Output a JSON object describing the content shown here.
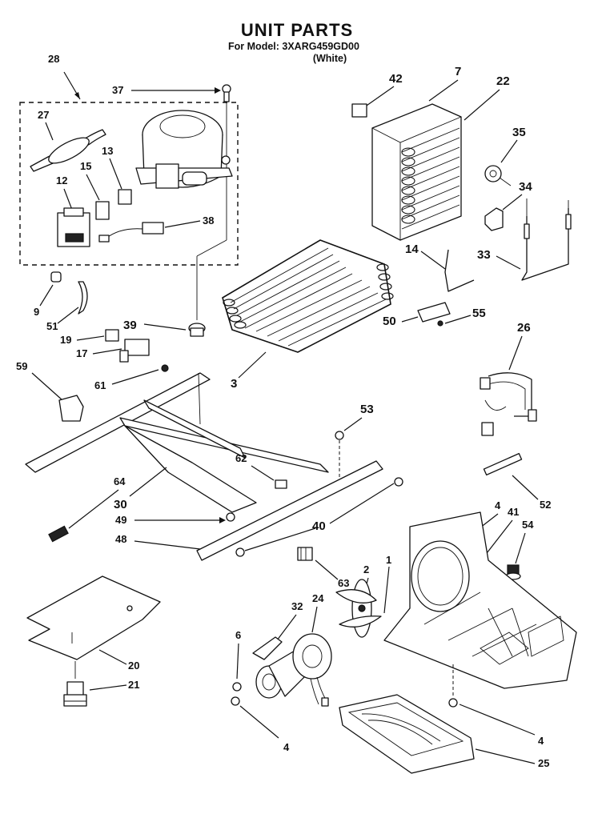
{
  "header": {
    "title": "UNIT PARTS",
    "model_line": "For Model: 3XARG459GD00",
    "color_line": "(White)"
  },
  "callouts": [
    "28",
    "37",
    "27",
    "13",
    "15",
    "12",
    "38",
    "42",
    "7",
    "22",
    "35",
    "34",
    "14",
    "33",
    "55",
    "50",
    "26",
    "9",
    "51",
    "39",
    "3",
    "19",
    "17",
    "61",
    "59",
    "53",
    "62",
    "64",
    "30",
    "49",
    "40",
    "48",
    "52",
    "4",
    "41",
    "54",
    "63",
    "2",
    "1",
    "32",
    "24",
    "6",
    "20",
    "21",
    "25"
  ],
  "icons": {
    "compressor": "compressor-icon",
    "evaporator": "evaporator-coil-icon",
    "condenser": "condenser-coil-icon",
    "fan": "fan-blade-icon",
    "motor": "fan-motor-icon",
    "drain_pan": "drain-pan-icon",
    "bracket": "fan-bracket-icon",
    "harness": "wire-harness-icon"
  }
}
